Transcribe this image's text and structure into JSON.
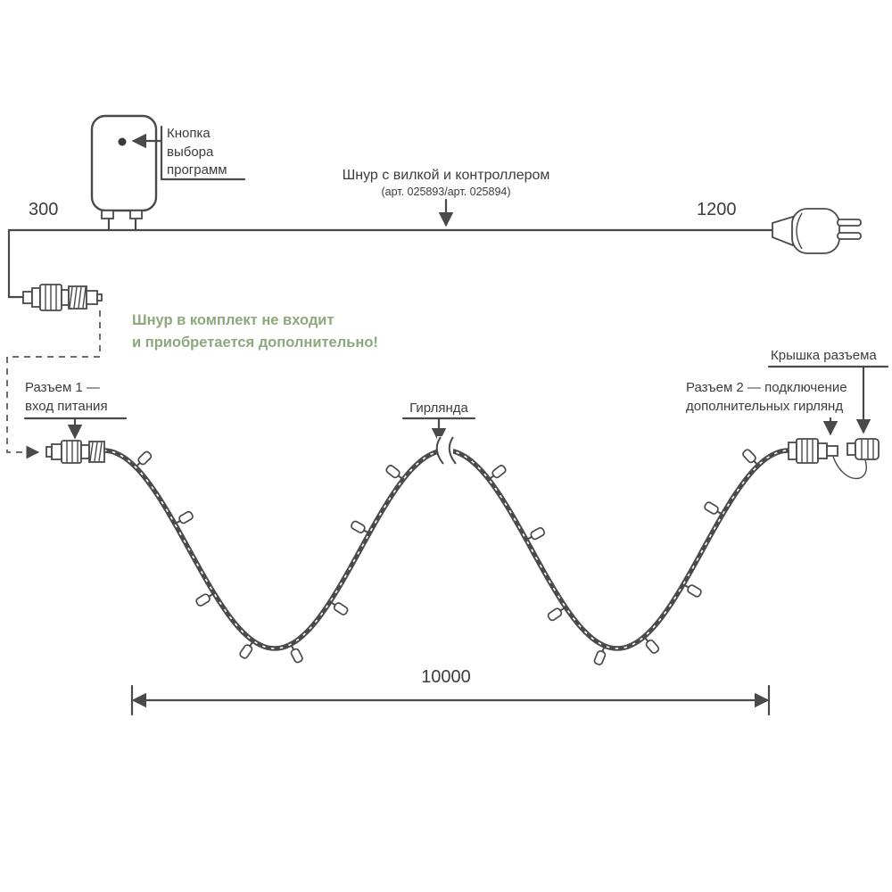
{
  "diagram": {
    "button_label": "Кнопка\nвыбора\nпрограмм",
    "cord_label": "Шнур с вилкой и контроллером",
    "cord_article": "(арт. 025893/арт. 025894)",
    "dim_left": "300",
    "dim_right": "1200",
    "dim_garland": "10000",
    "note": "Шнур в комплект не входит\nи приобретается дополнительно!",
    "connector1_label": "Разъем 1 —\nвход питания",
    "garland_label": "Гирлянда",
    "connector2_label": "Разъем 2 — подключение\nдополнительных гирлянд",
    "cap_label": "Крышка разъема",
    "colors": {
      "line": "#4a4a4a",
      "note_green": "#8CA87C"
    }
  }
}
